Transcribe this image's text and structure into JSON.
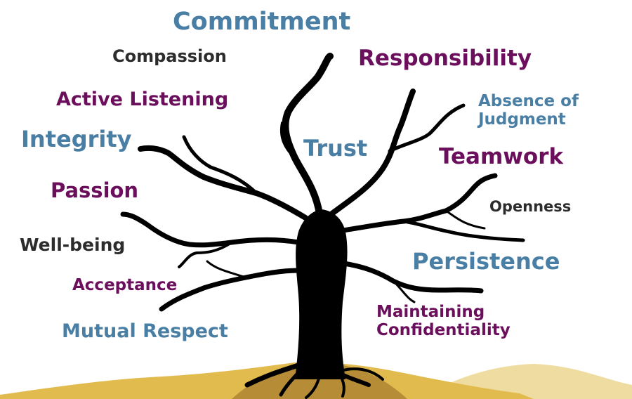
{
  "words": {
    "commitment": "Commitment",
    "compassion": "Compassion",
    "responsibility": "Responsibility",
    "active_listening": "Active Listening",
    "absence_of_judgment_line1": "Absence of",
    "absence_of_judgment_line2": "Judgment",
    "integrity": "Integrity",
    "trust": "Trust",
    "teamwork": "Teamwork",
    "passion": "Passion",
    "openness": "Openness",
    "well_being": "Well-being",
    "persistence": "Persistence",
    "acceptance": "Acceptance",
    "maintaining_confidentiality_line1": "Maintaining",
    "maintaining_confidentiality_line2": "Confidentiality",
    "mutual_respect": "Mutual Respect"
  },
  "colors": {
    "blue": "#4a7fa5",
    "purple": "#6b0f5c",
    "dark": "#2c2c2c",
    "tree": "#000000",
    "ground": "#e2bb4f",
    "ground_light": "#efdca0"
  },
  "icons": {
    "tree": "bare-tree-illustration"
  }
}
